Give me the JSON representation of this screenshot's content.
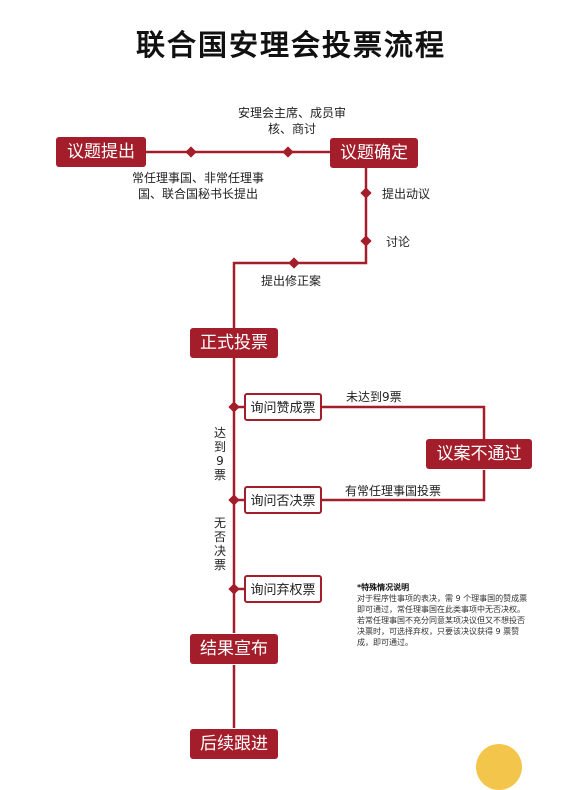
{
  "title": "联合国安理会投票流程",
  "nodes": {
    "topic_raise": "议题提出",
    "topic_confirm": "议题确定",
    "formal_vote": "正式投票",
    "ask_yes": "询问赞成票",
    "ask_no": "询问否决票",
    "ask_abstain": "询问弃权票",
    "rejected": "议案不通过",
    "result": "结果宣布",
    "followup": "后续跟进"
  },
  "labels": {
    "review": "安理会主席、成员审核、商讨",
    "proposers": "常任理事国、非常任理事国、联合国秘书长提出",
    "motion": "提出动议",
    "discuss": "讨论",
    "amend": "提出修正案",
    "not_nine": "未达到9票",
    "veto": "有常任理事国投票",
    "reach_nine": "达到9票",
    "no_veto": "无否决票"
  },
  "note": {
    "title": "*特殊情况说明",
    "p1": "对于程序性事项的表决，需 9 个理事国的赞成票即可通过，常任理事国在此类事项中无否决权。",
    "p2": "若常任理事国不充分同意某项决议但又不想投否决票时，可选择弃权，只要该决议获得 9 票赞成，即可通过。"
  },
  "colors": {
    "accent": "#a31e2a"
  }
}
